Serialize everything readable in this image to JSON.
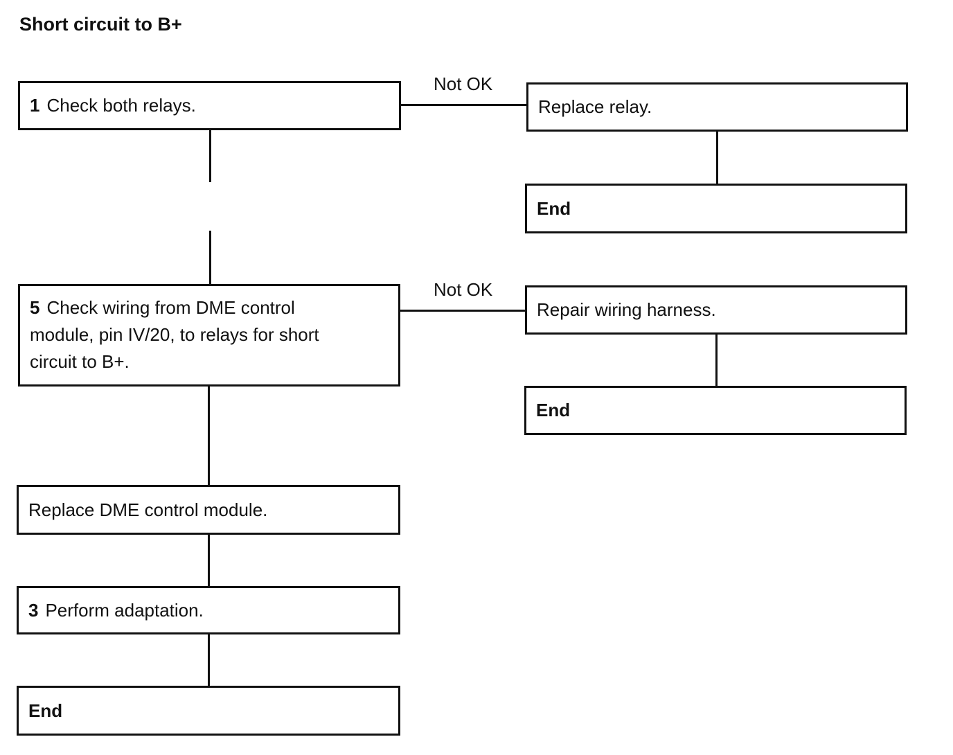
{
  "title": "Short circuit to B+",
  "edge_label_not_ok": "Not OK",
  "nodes": {
    "step1": {
      "number": "1",
      "text": "Check both relays."
    },
    "replace_relay": {
      "text": "Replace relay."
    },
    "end_relay": {
      "text": "End"
    },
    "step5": {
      "number": "5",
      "text": "Check wiring from DME control module, pin IV/20, to relays for short circuit to B+."
    },
    "repair_harness": {
      "text": "Repair wiring harness."
    },
    "end_harness": {
      "text": "End"
    },
    "replace_dme": {
      "text": "Replace DME control module."
    },
    "step3": {
      "number": "3",
      "text": "Perform adaptation."
    },
    "end_final": {
      "text": "End"
    }
  }
}
